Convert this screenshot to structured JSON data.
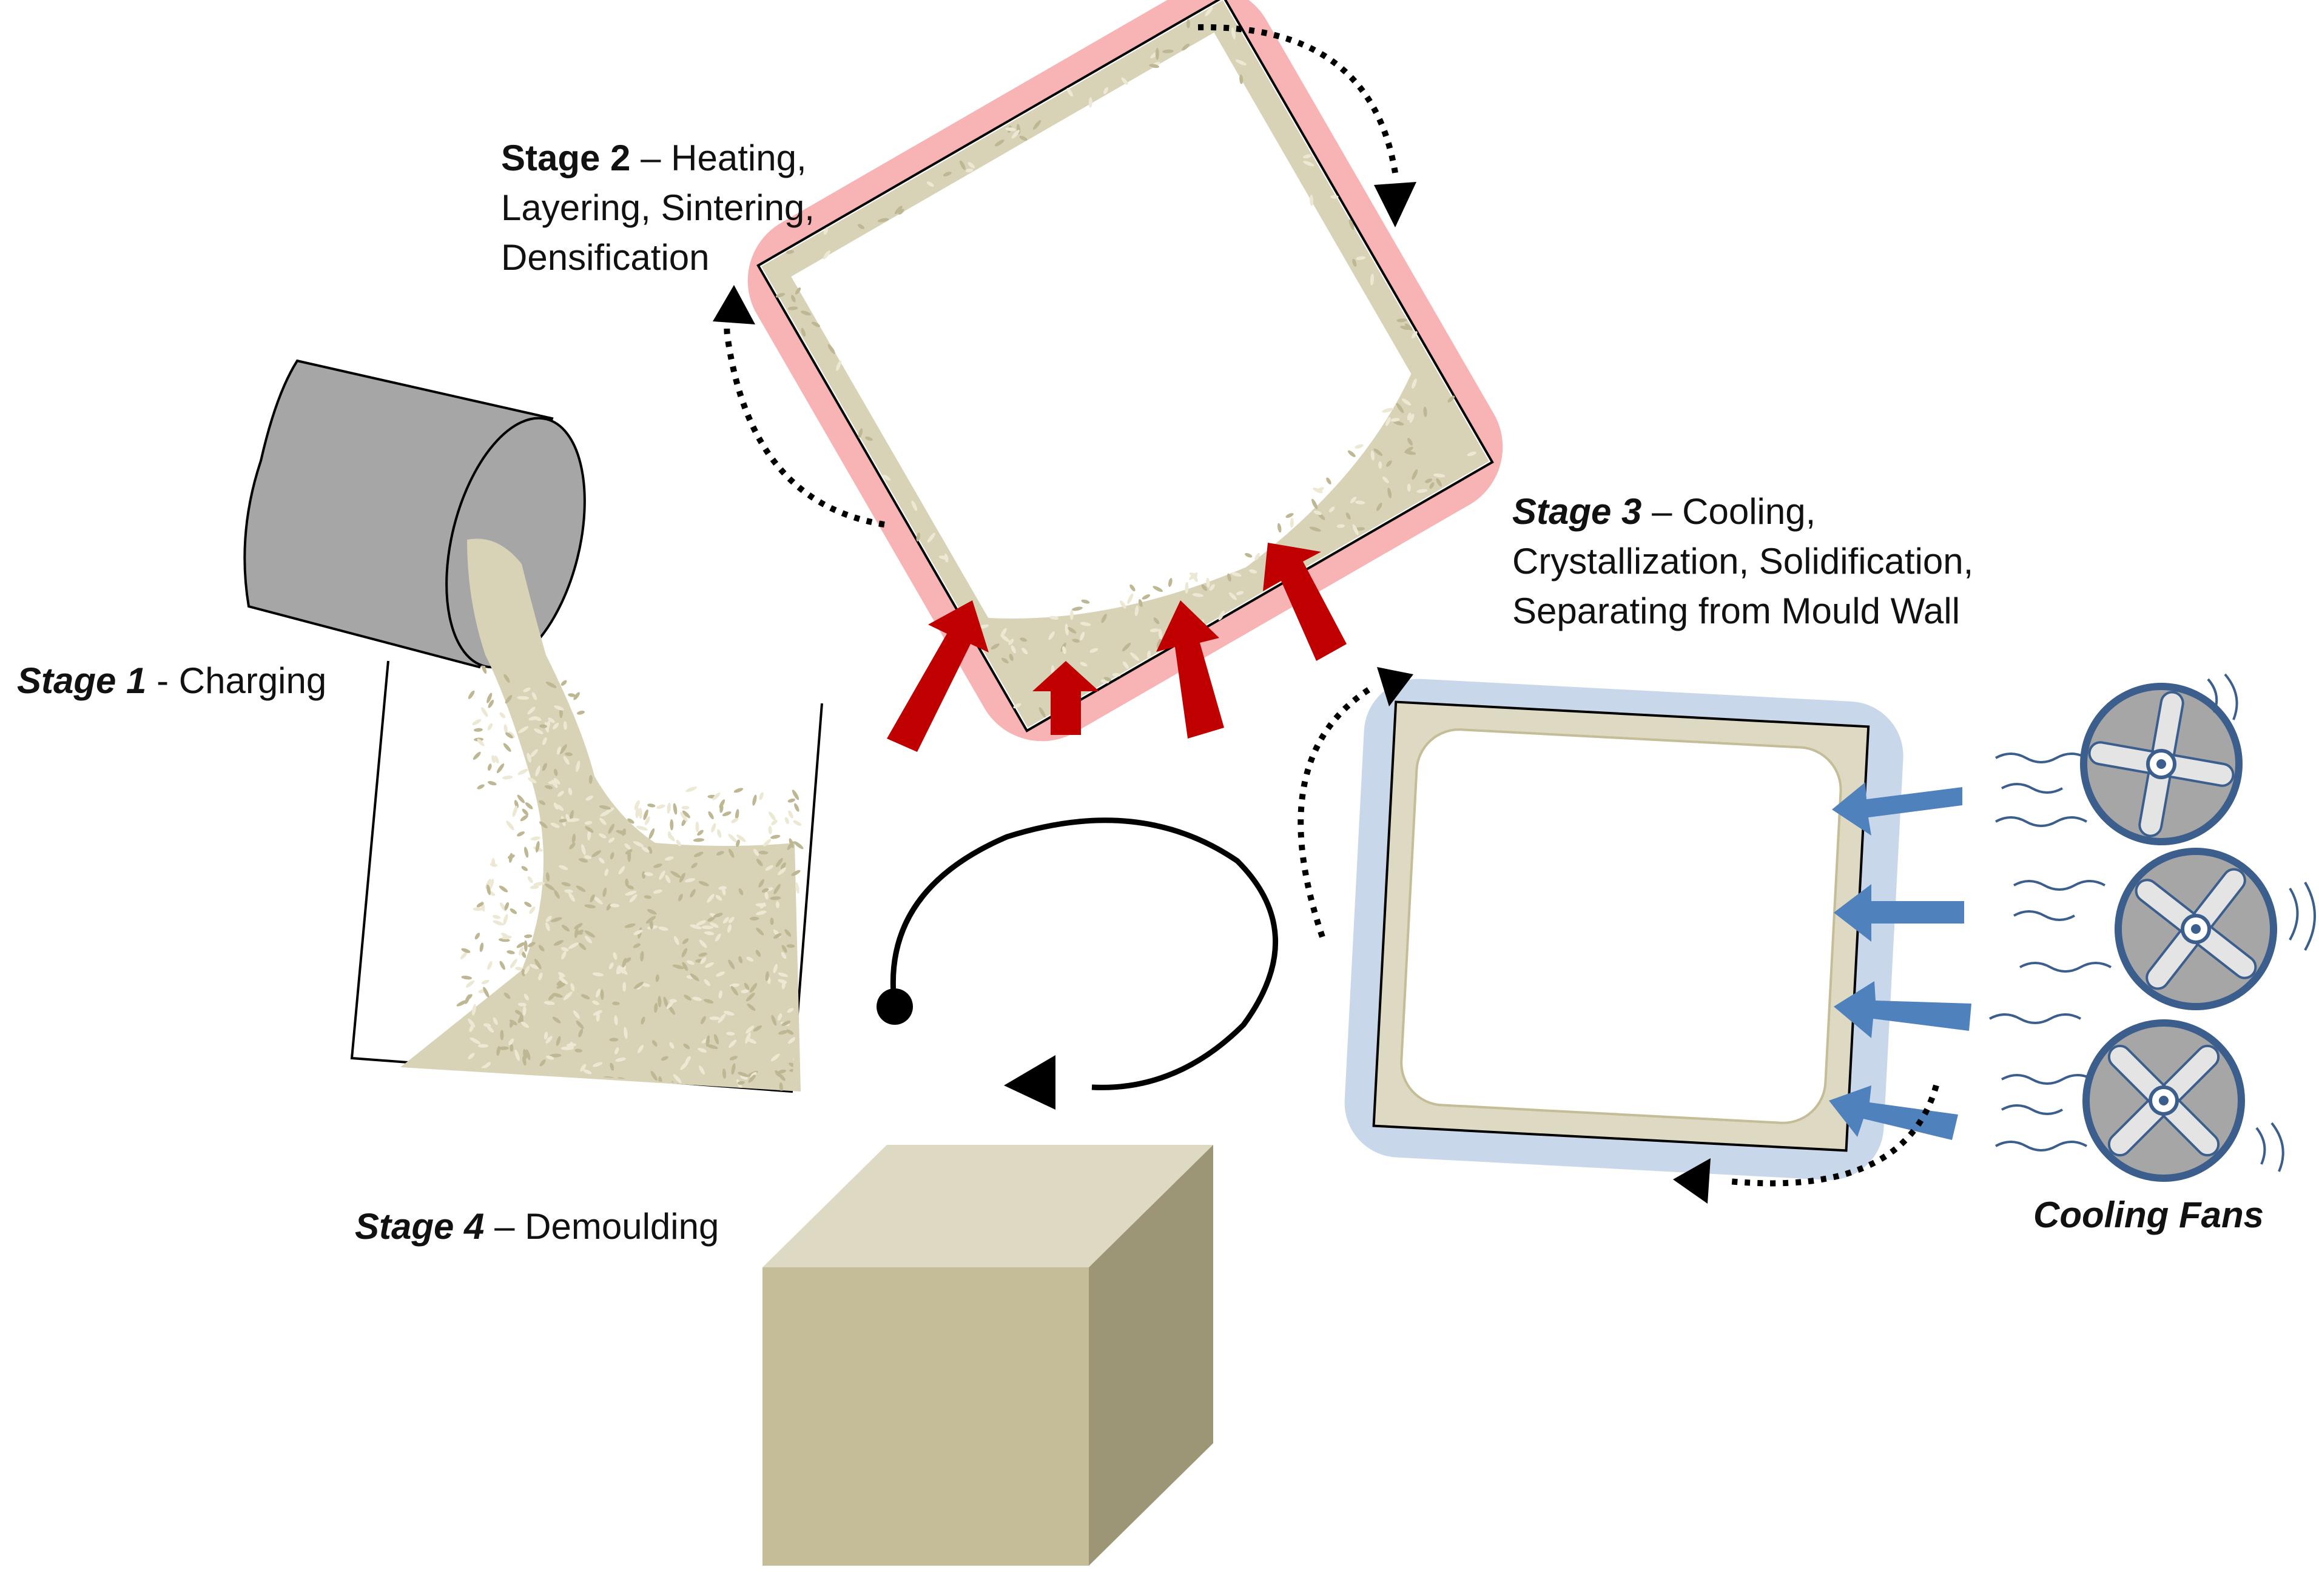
{
  "stages": [
    {
      "title": "Stage 1",
      "sep": " - ",
      "lines": [
        "Charging"
      ]
    },
    {
      "title": "Stage 2",
      "sep": " – ",
      "lines": [
        "Heating,",
        "Layering, Sintering,",
        "Densification"
      ]
    },
    {
      "title": "Stage 3",
      "sep": " – ",
      "lines": [
        "Cooling,",
        "Crystallization, Solidification,",
        "Separating from Mould Wall"
      ]
    },
    {
      "title": "Stage 4",
      "sep": " – ",
      "lines": [
        "Demoulding"
      ]
    }
  ],
  "fans_label": "Cooling Fans",
  "colors": {
    "powder": "#d8d3b6",
    "powder_dark": "#bdb794",
    "heat_glow": "#f8b4b4",
    "heat_arrow": "#c00000",
    "cool_glow": "#c9d7ea",
    "cool_arrow": "#4f81bd",
    "fan_gray": "#a6a6a6",
    "fan_ring": "#3b5e8c",
    "drum_gray": "#a6a6a6",
    "cube_front": "#c4bd97",
    "cube_top": "#ddd9c3",
    "cube_side": "#9c9676",
    "skin": "#ddd9c3"
  }
}
